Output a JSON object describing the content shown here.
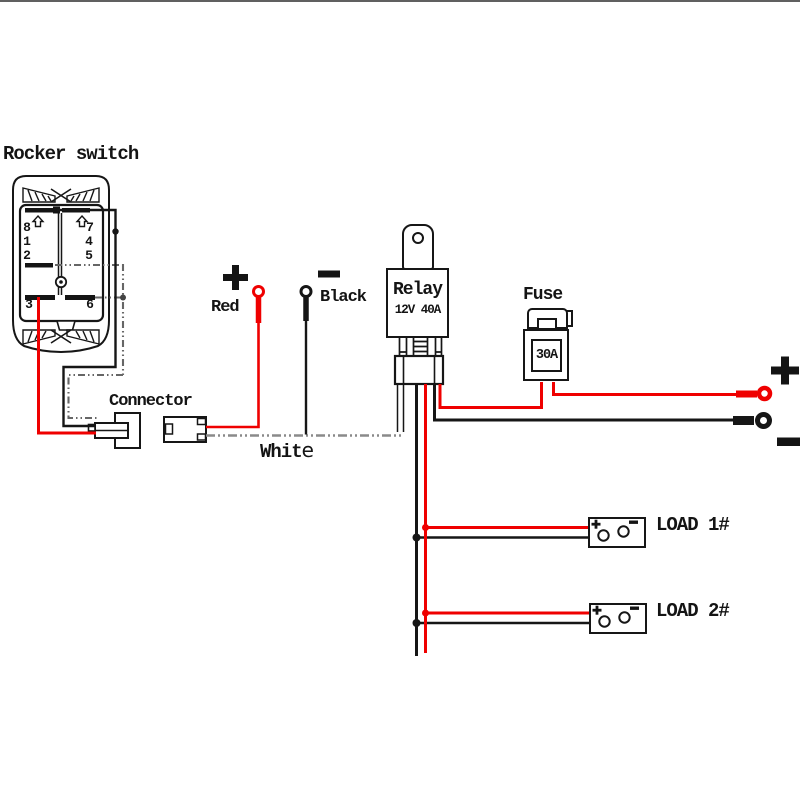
{
  "title": "Rocker switch",
  "rocker_switch": {
    "pins_left": [
      "8",
      "1",
      "2",
      "3"
    ],
    "pins_right": [
      "7",
      "4",
      "5",
      "6"
    ]
  },
  "connector": {
    "label": "Connector"
  },
  "wires": {
    "red_label": "Red",
    "red_plus": "+",
    "black_label": "Black",
    "black_minus": "−",
    "white_label_main": "Whit",
    "white_label_tail": "e",
    "red_color": "#ef0000",
    "black_color": "#161616",
    "white_color": "#8a8a8a"
  },
  "relay": {
    "name": "Relay",
    "rating": "12V 40A"
  },
  "fuse": {
    "label": "Fuse",
    "rating": "30A"
  },
  "battery": {
    "plus": "+",
    "minus": "−"
  },
  "loads": [
    {
      "label": "LOAD 1#",
      "plus": "+",
      "minus": "−"
    },
    {
      "label": "LOAD 2#",
      "plus": "+",
      "minus": "−"
    }
  ]
}
